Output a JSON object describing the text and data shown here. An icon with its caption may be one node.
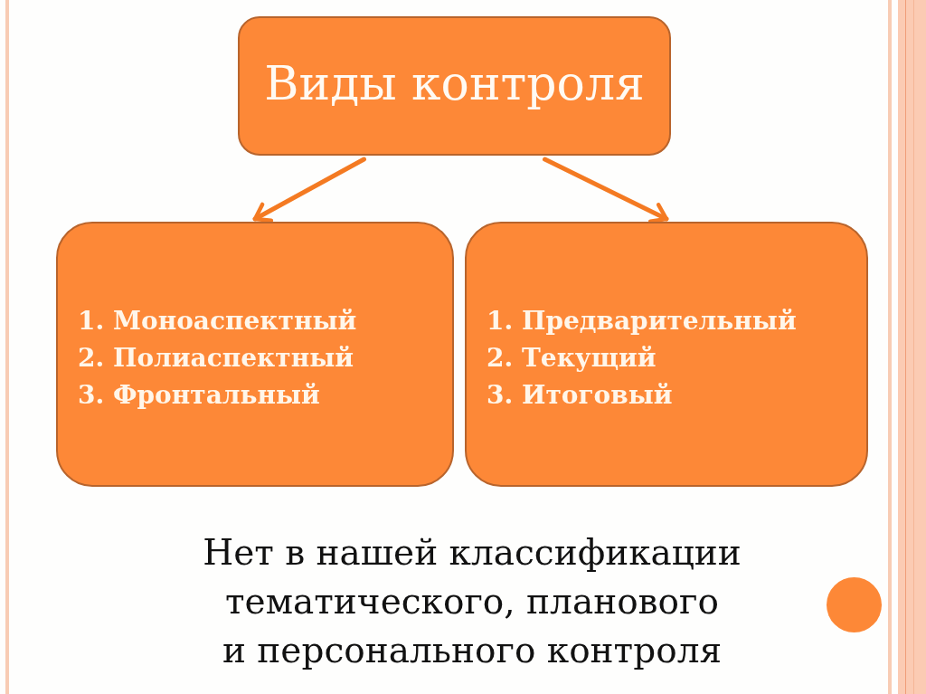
{
  "diagram": {
    "nodes": [
      {
        "text": [
          "Виды контроля"
        ]
      },
      {
        "text": [
          "1. Моноаспектный",
          "2. Полиаспектный",
          "3. Фронтальный"
        ]
      },
      {
        "text": [
          "1. Предварительный",
          "2. Текущий",
          "3. Итоговый"
        ]
      }
    ],
    "edges": [
      {
        "from": 0,
        "to": 1,
        "arrow": "to"
      },
      {
        "from": 0,
        "to": 2,
        "arrow": "to"
      }
    ],
    "labels": [
      "Нет в нашей классификации тематического, планового и персонального контроля"
    ]
  }
}
